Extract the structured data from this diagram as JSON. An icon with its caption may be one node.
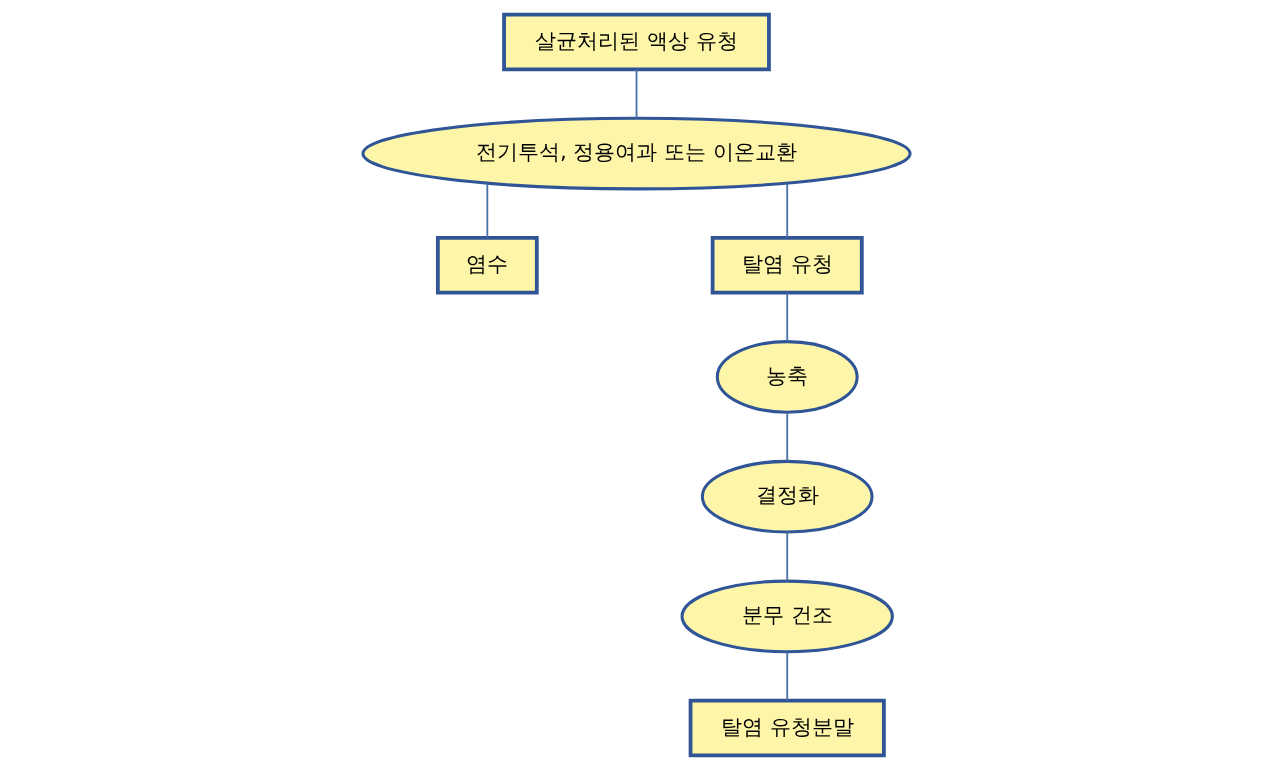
{
  "diagram": {
    "nodes": [
      {
        "text": [
          "살균처리된 액상 유청"
        ]
      },
      {
        "text": [
          "전기투석, 정용여과 또는 이온교환"
        ]
      },
      {
        "text": [
          "염수"
        ]
      },
      {
        "text": [
          "탈염 유청"
        ]
      },
      {
        "text": [
          "농축"
        ]
      },
      {
        "text": [
          "결정화"
        ]
      },
      {
        "text": [
          "분무 건조"
        ]
      },
      {
        "text": [
          "탈염 유청분말"
        ]
      }
    ],
    "edges": [
      {
        "from": 0,
        "to": 1,
        "arrow": "none"
      },
      {
        "from": 1,
        "to": 2,
        "arrow": "none"
      },
      {
        "from": 1,
        "to": 3,
        "arrow": "none"
      },
      {
        "from": 3,
        "to": 4,
        "arrow": "none"
      },
      {
        "from": 4,
        "to": 5,
        "arrow": "none"
      },
      {
        "from": 5,
        "to": 6,
        "arrow": "none"
      },
      {
        "from": 6,
        "to": 7,
        "arrow": "none"
      }
    ]
  }
}
